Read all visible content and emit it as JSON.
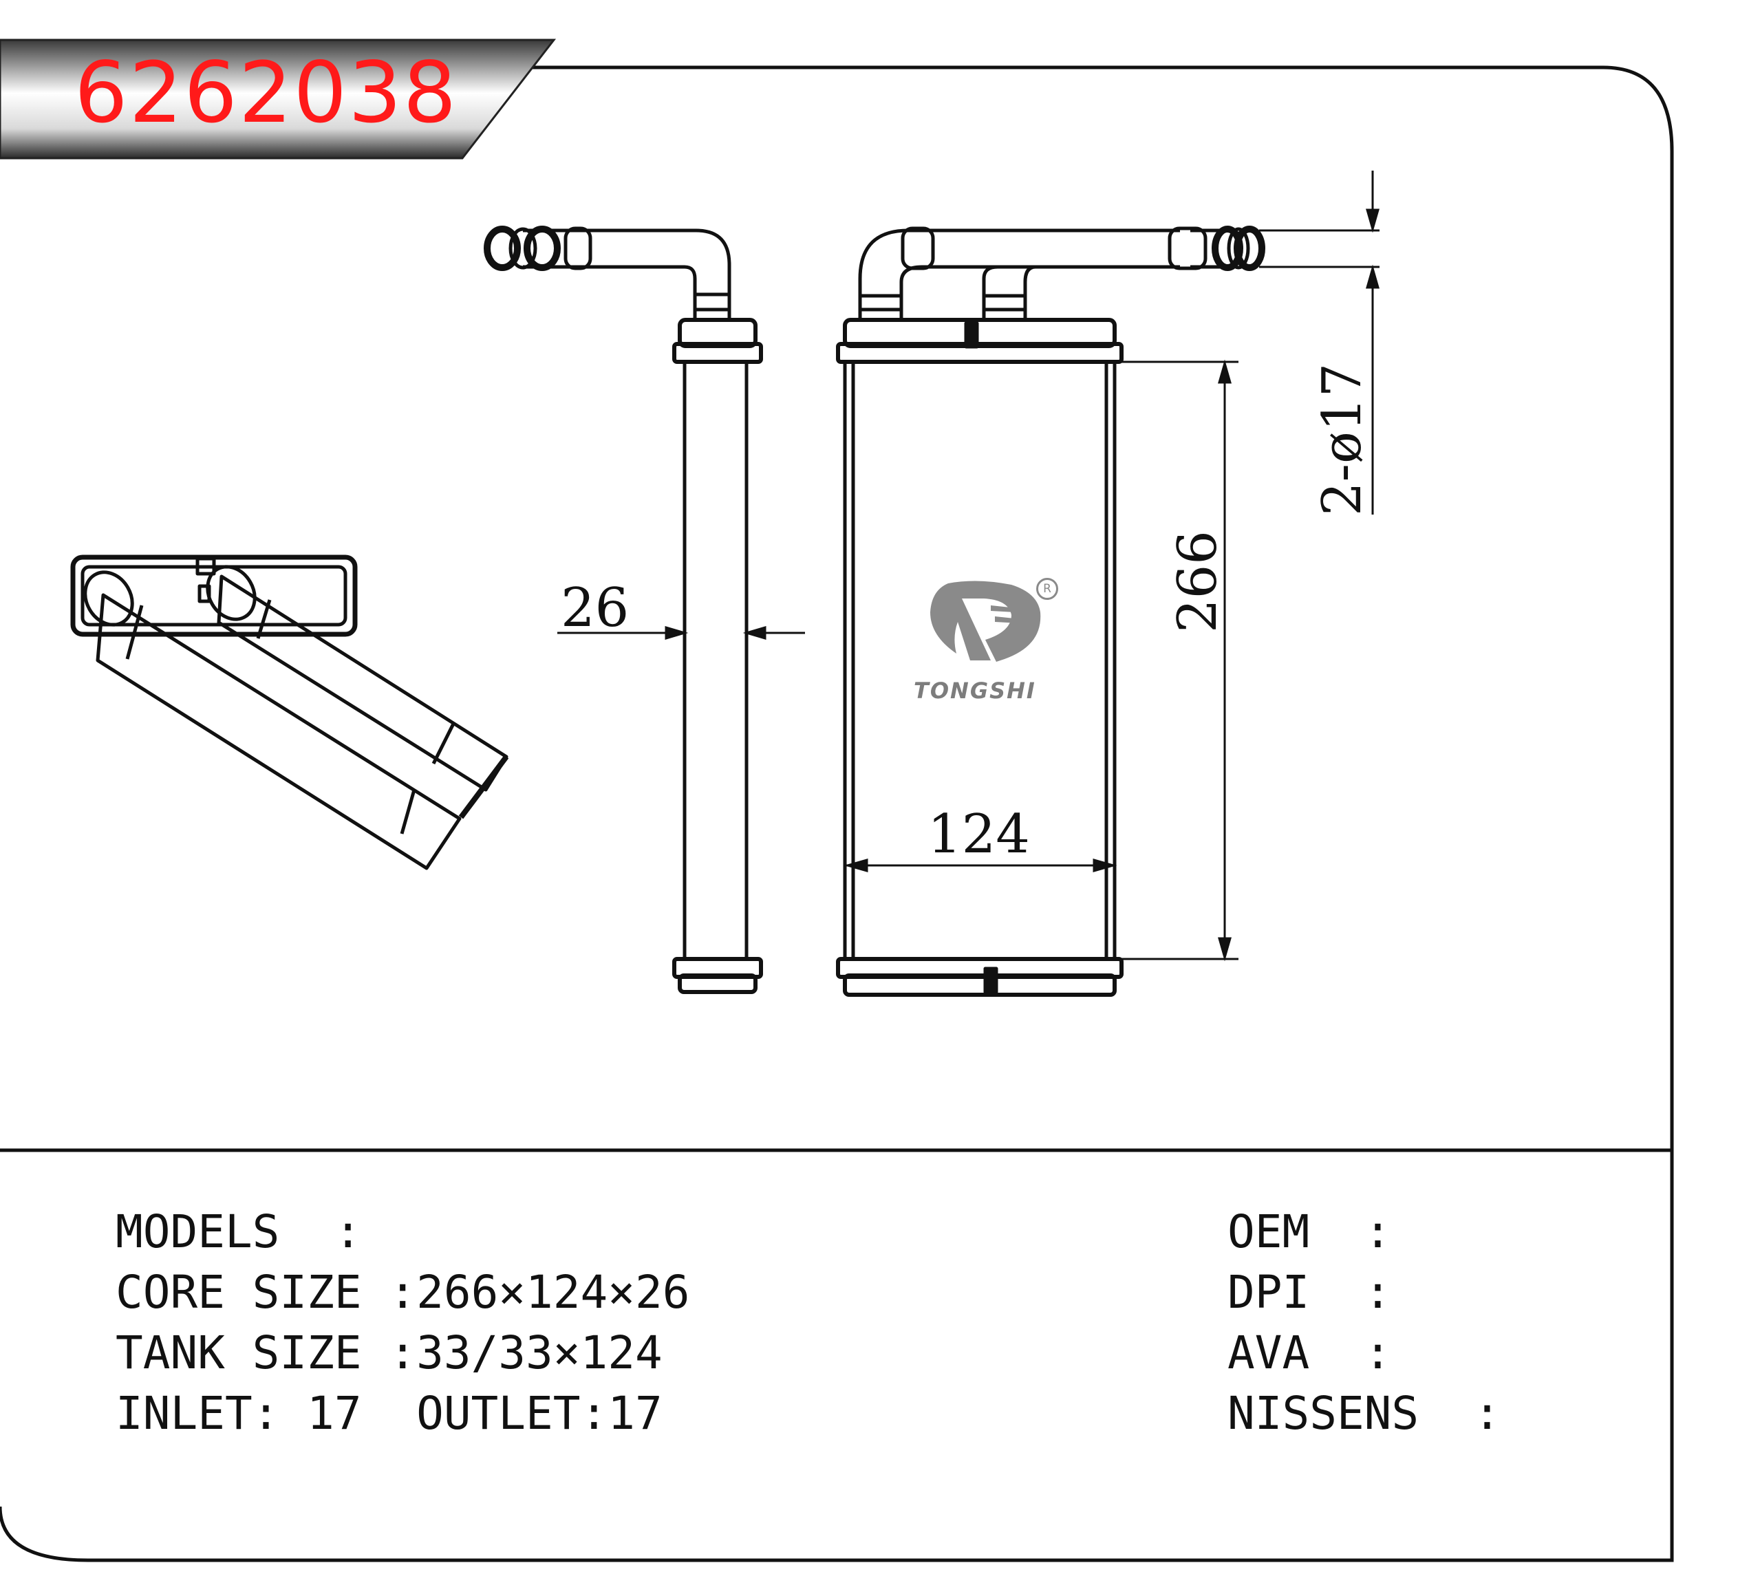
{
  "part_number": "6262038",
  "brand": {
    "name": "TONGSHI",
    "registered_mark": "R"
  },
  "dimensions": {
    "height": "266",
    "width": "124",
    "thickness": "26",
    "pipe_spec": "2-ø17"
  },
  "specs_left": [
    {
      "label": "MODELS  :",
      "value": ""
    },
    {
      "label": "CORE SIZE :",
      "value": "266×124×26"
    },
    {
      "label": "TANK SIZE :",
      "value": "33/33×124"
    },
    {
      "label": "INLET: 17  OUTLET:",
      "value": "17"
    }
  ],
  "specs_right": [
    {
      "label": "OEM  :",
      "value": ""
    },
    {
      "label": "DPI  :",
      "value": ""
    },
    {
      "label": "AVA  :",
      "value": ""
    },
    {
      "label": "NISSENS  :",
      "value": ""
    }
  ],
  "colors": {
    "accent": "#ff1a1a",
    "line": "#111111",
    "logo": "#8a8a8a"
  }
}
